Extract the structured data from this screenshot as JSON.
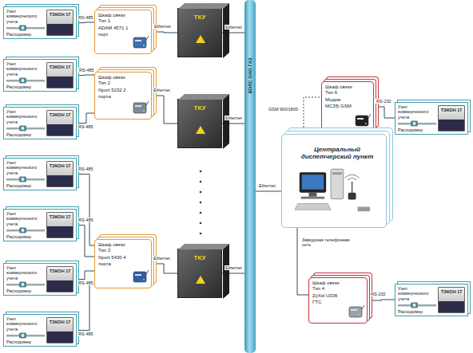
{
  "diagram": {
    "nodes": [
      {
        "text": [
          "Узел коммерческого учета",
          "ТЭКОН 17",
          "Расходомер"
        ]
      },
      {
        "text": [
          "Шкаф связи Тип 1",
          "ADAM 4571 1 порт"
        ]
      },
      {
        "text": [
          "ТКУ"
        ]
      },
      {
        "text": [
          "Узел коммерческого учета",
          "ТЭКОН 17",
          "Расходомер"
        ]
      },
      {
        "text": [
          "Узел коммерческого учета",
          "ТЭКОН 17",
          "Расходомер"
        ]
      },
      {
        "text": [
          "Шкаф связи Тип 2",
          "Nport 5232 2 порта"
        ]
      },
      {
        "text": [
          "ТКУ"
        ]
      },
      {
        "text": [
          "ВОЛС ОАО ГАЗ"
        ]
      },
      {
        "text": [
          "Шкаф связи Тип 6",
          "Модем MC35i GSM"
        ]
      },
      {
        "text": [
          "Узел коммерческого учета",
          "ТЭКОН 17",
          "Расходомер"
        ]
      },
      {
        "text": [
          "Центральный диспетчерский пункт"
        ]
      },
      {
        "text": [
          "Узел коммерческого учета",
          "ТЭКОН 17",
          "Расходомер"
        ]
      },
      {
        "text": [
          "Узел коммерческого учета",
          "ТЭКОН 17",
          "Расходомер"
        ]
      },
      {
        "text": [
          "Узел коммерческого учета",
          "ТЭКОН 17",
          "Расходомер"
        ]
      },
      {
        "text": [
          "Узел коммерческого учета",
          "ТЭКОН 17",
          "Расходомер"
        ]
      },
      {
        "text": [
          "Шкаф связи Тип 3",
          "Nport 5430 4 порта"
        ]
      },
      {
        "text": [
          "ТКУ"
        ]
      },
      {
        "text": [
          "Шкаф связи Тип 4",
          "ZyXel U336 ГТС"
        ]
      },
      {
        "text": [
          "Узел коммерческого учета",
          "ТЭКОН 17",
          "Расходомер"
        ]
      }
    ],
    "edges": [
      {
        "from": 0,
        "to": 1,
        "arrow": "none",
        "label": "RS-485"
      },
      {
        "from": 1,
        "to": 2,
        "arrow": "none",
        "label": "Ethernet"
      },
      {
        "from": 3,
        "to": 5,
        "arrow": "none",
        "label": "RS-485"
      },
      {
        "from": 4,
        "to": 5,
        "arrow": "none",
        "label": "RS-485"
      },
      {
        "from": 5,
        "to": 6,
        "arrow": "none",
        "label": "Ethernet"
      },
      {
        "from": 2,
        "to": 7,
        "arrow": "none",
        "label": "Ethernet"
      },
      {
        "from": 6,
        "to": 7,
        "arrow": "none",
        "label": "Ethernet"
      },
      {
        "from": 7,
        "to": 10,
        "arrow": "none",
        "label": "Ethernet"
      },
      {
        "from": 10,
        "to": 8,
        "arrow": "none",
        "label": "GSM 900/1800"
      },
      {
        "from": 8,
        "to": 9,
        "arrow": "none",
        "label": "RS-232"
      },
      {
        "from": 11,
        "to": 15,
        "arrow": "none",
        "label": "RS-485"
      },
      {
        "from": 12,
        "to": 15,
        "arrow": "none",
        "label": "RS-485"
      },
      {
        "from": 13,
        "to": 15,
        "arrow": "none",
        "label": "RS-485"
      },
      {
        "from": 14,
        "to": 15,
        "arrow": "none",
        "label": "RS-485"
      },
      {
        "from": 15,
        "to": 16,
        "arrow": "none",
        "label": "Ethernet"
      },
      {
        "from": 16,
        "to": 7,
        "arrow": "none",
        "label": "Ethernet"
      },
      {
        "from": 10,
        "to": 17,
        "arrow": "none",
        "label": "Заводская телефонная сеть"
      },
      {
        "from": 17,
        "to": 18,
        "arrow": "none",
        "label": "RS-232"
      }
    ]
  }
}
